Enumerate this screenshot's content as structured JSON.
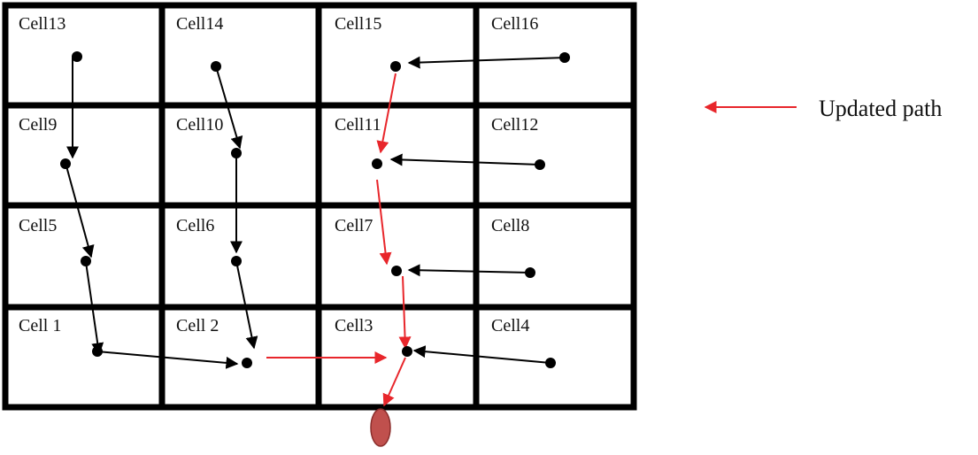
{
  "diagram": {
    "grid": {
      "rows": 4,
      "cols": 4,
      "line_color": "#000000"
    },
    "cells": [
      {
        "id": "cell-13",
        "label": "Cell13",
        "row": 0,
        "col": 0
      },
      {
        "id": "cell-14",
        "label": "Cell14",
        "row": 0,
        "col": 1
      },
      {
        "id": "cell-15",
        "label": "Cell15",
        "row": 0,
        "col": 2
      },
      {
        "id": "cell-16",
        "label": "Cell16",
        "row": 0,
        "col": 3
      },
      {
        "id": "cell-9",
        "label": "Cell9",
        "row": 1,
        "col": 0
      },
      {
        "id": "cell-10",
        "label": "Cell10",
        "row": 1,
        "col": 1
      },
      {
        "id": "cell-11",
        "label": "Cell11",
        "row": 1,
        "col": 2
      },
      {
        "id": "cell-12",
        "label": "Cell12",
        "row": 1,
        "col": 3
      },
      {
        "id": "cell-5",
        "label": "Cell5",
        "row": 2,
        "col": 0
      },
      {
        "id": "cell-6",
        "label": "Cell6",
        "row": 2,
        "col": 1
      },
      {
        "id": "cell-7",
        "label": "Cell7",
        "row": 2,
        "col": 2
      },
      {
        "id": "cell-8",
        "label": "Cell8",
        "row": 2,
        "col": 3
      },
      {
        "id": "cell-1",
        "label": "Cell 1",
        "row": 3,
        "col": 0
      },
      {
        "id": "cell-2",
        "label": "Cell 2",
        "row": 3,
        "col": 1
      },
      {
        "id": "cell-3",
        "label": "Cell3",
        "row": 3,
        "col": 2
      },
      {
        "id": "cell-4",
        "label": "Cell4",
        "row": 3,
        "col": 3
      }
    ],
    "colors": {
      "original_path": "#000000",
      "updated_path": "#e8262b",
      "sink_fill": "#c0504d",
      "sink_stroke": "#8b2e2c"
    },
    "legend": {
      "label": "Updated path",
      "color": "#e8262b"
    }
  }
}
